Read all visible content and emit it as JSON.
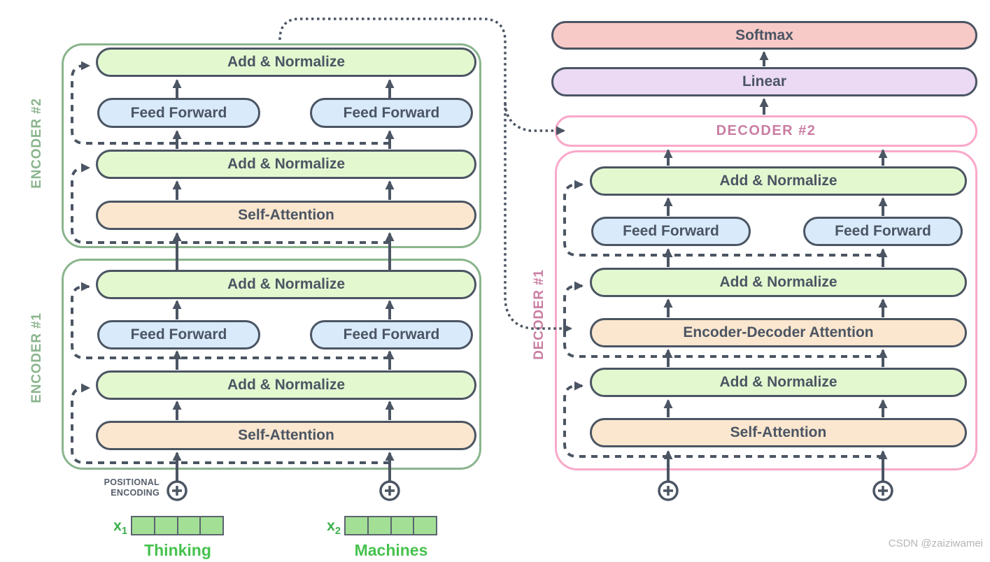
{
  "labels": {
    "add_normalize": "Add & Normalize",
    "feed_forward": "Feed Forward",
    "self_attention": "Self-Attention",
    "encoder_decoder_attention": "Encoder-Decoder Attention",
    "softmax": "Softmax",
    "linear": "Linear"
  },
  "encoder_stack": {
    "encoder2_label": "ENCODER #2",
    "encoder1_label": "ENCODER #1"
  },
  "decoder_stack": {
    "decoder2_label": "DECODER #2",
    "decoder1_label": "DECODER #1"
  },
  "inputs": {
    "positional_encoding_line1": "POSITIONAL",
    "positional_encoding_line2": "ENCODING",
    "tokens": [
      {
        "vector_label": "x",
        "vector_sub": "1",
        "word": "Thinking"
      },
      {
        "vector_label": "x",
        "vector_sub": "2",
        "word": "Machines"
      }
    ]
  },
  "watermark": "CSDN @zaiziwamei",
  "colors": {
    "outline": "#4b5563",
    "encoder_border": "#8ab58d",
    "decoder_border": "#f9a8c9",
    "decoder_label": "#ca7da2",
    "add_normalize_fill": "#e4f8d0",
    "feed_forward_fill": "#d9eafb",
    "attention_fill": "#fbe7cf",
    "softmax_fill": "#f8cac7",
    "linear_fill": "#ecdaf5",
    "vector_fill": "#a3e096",
    "token_text": "#46c24e",
    "positional_text": "#555e6a",
    "watermark_text": "#b5b5b5"
  }
}
